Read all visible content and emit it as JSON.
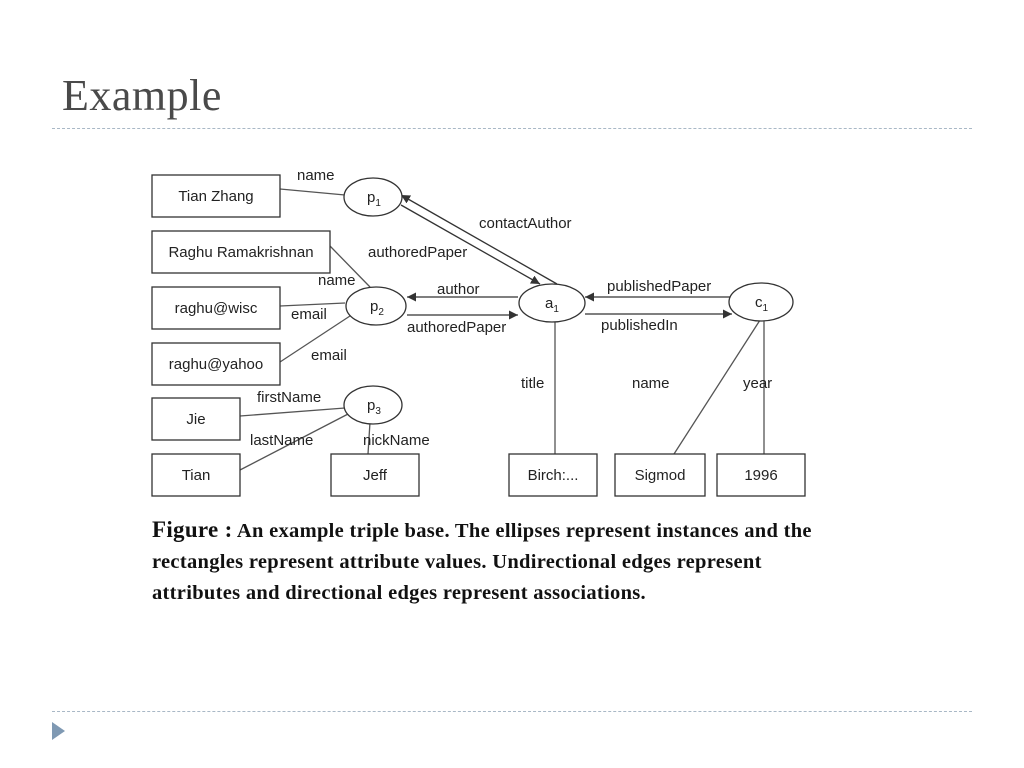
{
  "slide": {
    "title": "Example"
  },
  "diagram": {
    "boxes": {
      "tian_zhang": "Tian Zhang",
      "raghu_ramakrishnan": "Raghu Ramakrishnan",
      "raghu_wisc": "raghu@wisc",
      "raghu_yahoo": "raghu@yahoo",
      "jie": "Jie",
      "tian": "Tian",
      "jeff": "Jeff",
      "birch": "Birch:...",
      "sigmod": "Sigmod",
      "year_1996": "1996"
    },
    "nodes": {
      "p1": {
        "base": "p",
        "sub": "1"
      },
      "p2": {
        "base": "p",
        "sub": "2"
      },
      "p3": {
        "base": "p",
        "sub": "3"
      },
      "a1": {
        "base": "a",
        "sub": "1"
      },
      "c1": {
        "base": "c",
        "sub": "1"
      }
    },
    "edge_labels": {
      "name_p1": "name",
      "name_p2": "name",
      "email_wisc": "email",
      "email_yahoo": "email",
      "first_name": "firstName",
      "last_name": "lastName",
      "nick_name": "nickName",
      "contact_author": "contactAuthor",
      "authored_paper_p1": "authoredPaper",
      "author": "author",
      "authored_paper_p2": "authoredPaper",
      "published_paper": "publishedPaper",
      "published_in": "publishedIn",
      "title": "title",
      "name_c1": "name",
      "year": "year"
    }
  },
  "caption": {
    "label": "Figure   :",
    "text": "An example triple base. The ellipses represent instances and the rectangles represent attribute values. Undirectional edges represent attributes and directional edges represent associations."
  }
}
